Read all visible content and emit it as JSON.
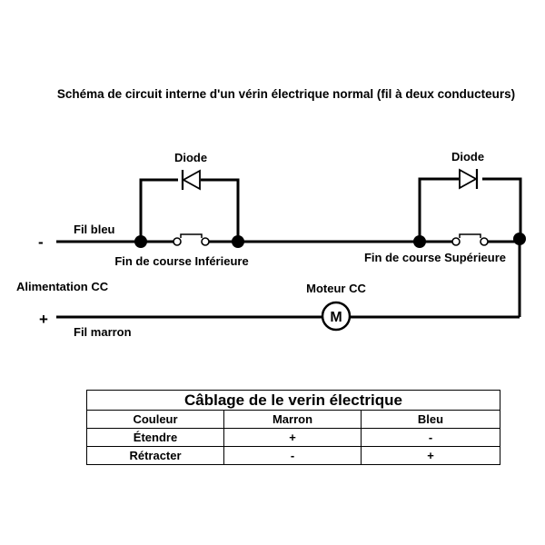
{
  "diagram": {
    "title": "Schéma de circuit interne d'un vérin électrique normal (fil à deux conducteurs)",
    "labels": {
      "fil_bleu": "Fil bleu",
      "fil_marron": "Fil marron",
      "minus": "-",
      "plus": "+",
      "alimentation": "Alimentation CC",
      "diode_left": "Diode",
      "diode_right": "Diode",
      "limit_lower": "Fin de course Inférieure",
      "limit_upper": "Fin de course Supérieure",
      "motor": "Moteur CC",
      "motor_symbol": "M"
    }
  },
  "wiring_table": {
    "caption": "Câblage de le verin électrique",
    "headers": [
      "Couleur",
      "Marron",
      "Bleu"
    ],
    "rows": [
      [
        "Étendre",
        "+",
        "-"
      ],
      [
        "Rétracter",
        "-",
        "+"
      ]
    ]
  }
}
